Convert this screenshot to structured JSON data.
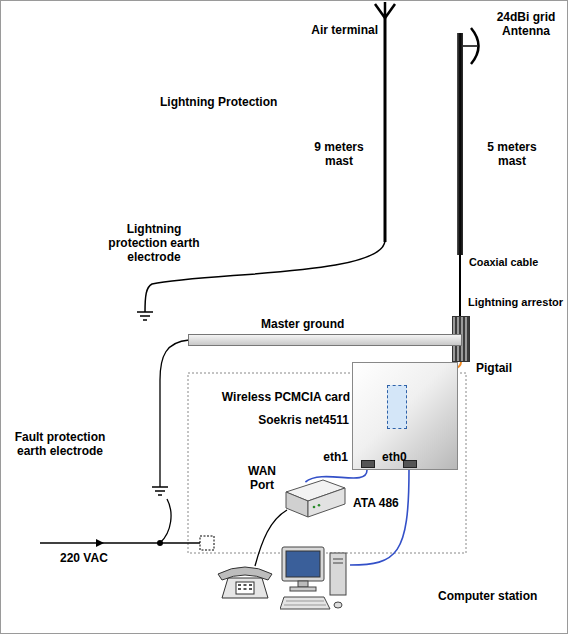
{
  "diagram": {
    "nodes": [
      {
        "text": [
          "Lightning arrestor"
        ]
      },
      {
        "text": [
          "Master ground"
        ]
      },
      {
        "text": [
          "Soekris net4511"
        ]
      },
      {
        "text": [
          "Wireless PCMCIA card"
        ],
        "in": 2
      },
      {
        "text": [
          "WAN Port",
          "ATA 486"
        ]
      },
      {
        "text": [
          "Computer station"
        ]
      }
    ],
    "edges": [
      {
        "from": 0,
        "to": 3,
        "arrow": "none",
        "label": "Pigtail"
      },
      {
        "from": 2,
        "to": 4,
        "arrow": "none"
      },
      {
        "from": 2,
        "to": 5,
        "arrow": "none"
      }
    ],
    "labels": [
      "Air terminal",
      "24dBi grid Antenna",
      "Lightning Protection",
      "9 meters mast",
      "5 meters mast",
      "Coaxial cable",
      "Lightning protection earth electrode",
      "Fault protection earth electrode",
      "eth1",
      "eth0",
      "220 VAC"
    ]
  }
}
